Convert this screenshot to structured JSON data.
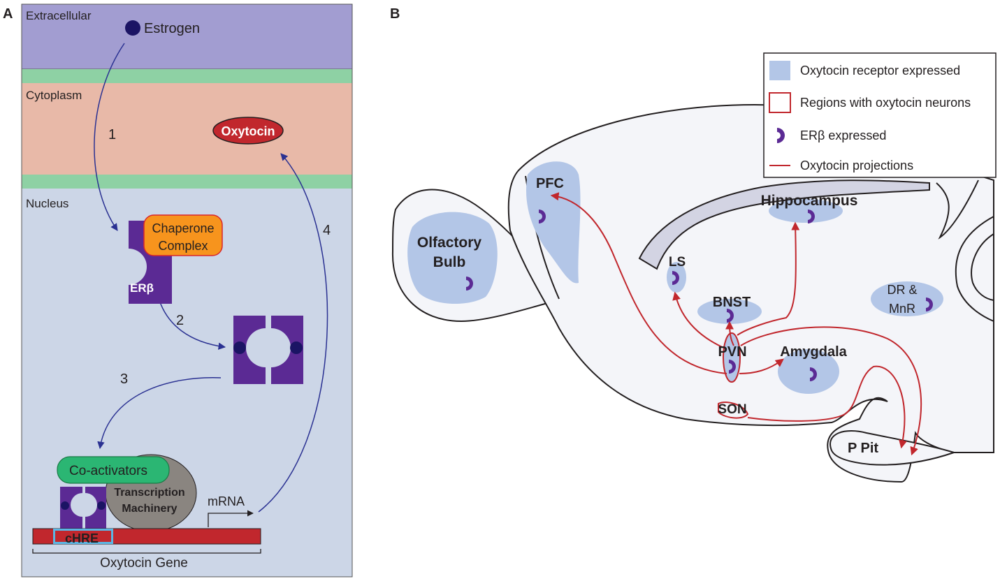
{
  "panel_a": {
    "letter": "A",
    "compartments": {
      "extracellular": "Extracellular",
      "cytoplasm": "Cytoplasm",
      "nucleus": "Nucleus"
    },
    "estrogen": "Estrogen",
    "oxytocin": "Oxytocin",
    "chaperone": [
      "Chaperone",
      "Complex"
    ],
    "receptor": "ERβ",
    "steps": [
      "1",
      "2",
      "3",
      "4"
    ],
    "coactivators": "Co-activators",
    "transcription": [
      "Transcription",
      "Machinery"
    ],
    "mrna": "mRNA",
    "chre": "cHRE",
    "gene": "Oxytocin Gene",
    "colors": {
      "extracellular": "#a29dd1",
      "membrane": "#8ed1a4",
      "cytoplasm": "#e8b9a8",
      "nucleus": "#ccd6e7",
      "receptor": "#5b2a94",
      "arrow": "#2a3192",
      "oxytocin": "#c1272d",
      "chaperone": "#f7941d",
      "coactivator": "#2bb673",
      "machinery": "#8a8580",
      "gene": "#c1272d",
      "chre": "#5bb6e3"
    }
  },
  "panel_b": {
    "letter": "B",
    "legend": [
      {
        "icon": "blue-square",
        "label": "Oxytocin receptor expressed"
      },
      {
        "icon": "red-square",
        "label": "Regions with oxytocin neurons"
      },
      {
        "icon": "erb-icon",
        "label": "ERβ expressed"
      },
      {
        "icon": "red-line",
        "label": "Oxytocin projections"
      }
    ],
    "regions": {
      "olfactory": [
        "Olfactory",
        "Bulb"
      ],
      "pfc": "PFC",
      "hippocampus": "Hippocampus",
      "ls": "LS",
      "bnst": "BNST",
      "dr": [
        "DR &",
        "MnR"
      ],
      "pvn": "PVN",
      "amygdala": "Amygdala",
      "son": "SON",
      "ppit": "P Pit"
    },
    "colors": {
      "receptor_region": "#b3c6e7",
      "projection": "#c1272d",
      "brain_fill": "#f4f5f9",
      "ventricle": "#d3d4e3"
    }
  }
}
